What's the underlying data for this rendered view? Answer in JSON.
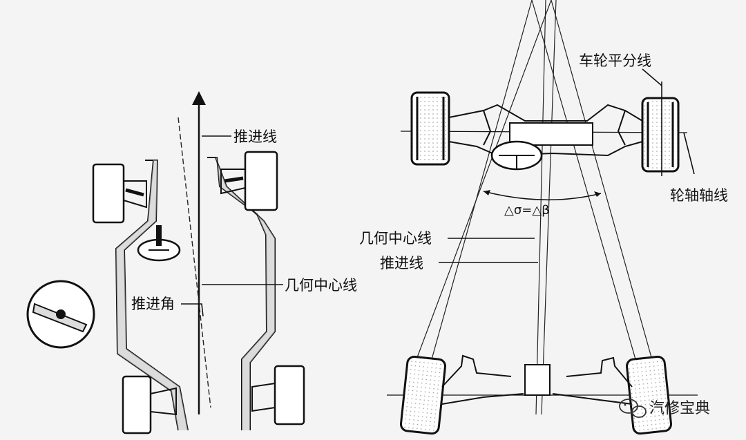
{
  "left_diagram": {
    "label_thrust_line": "推进线",
    "label_geometric_centerline": "几何中心线",
    "label_thrust_angle": "推进角"
  },
  "right_diagram": {
    "label_wheel_bisector": "车轮平分线",
    "label_axle_line": "轮轴轴线",
    "label_angle_formula": "△σ=△β",
    "label_geometric_centerline": "几何中心线",
    "label_thrust_line": "推进线"
  },
  "watermark": {
    "text": "汽修宝典",
    "icon": "wechat-icon"
  }
}
